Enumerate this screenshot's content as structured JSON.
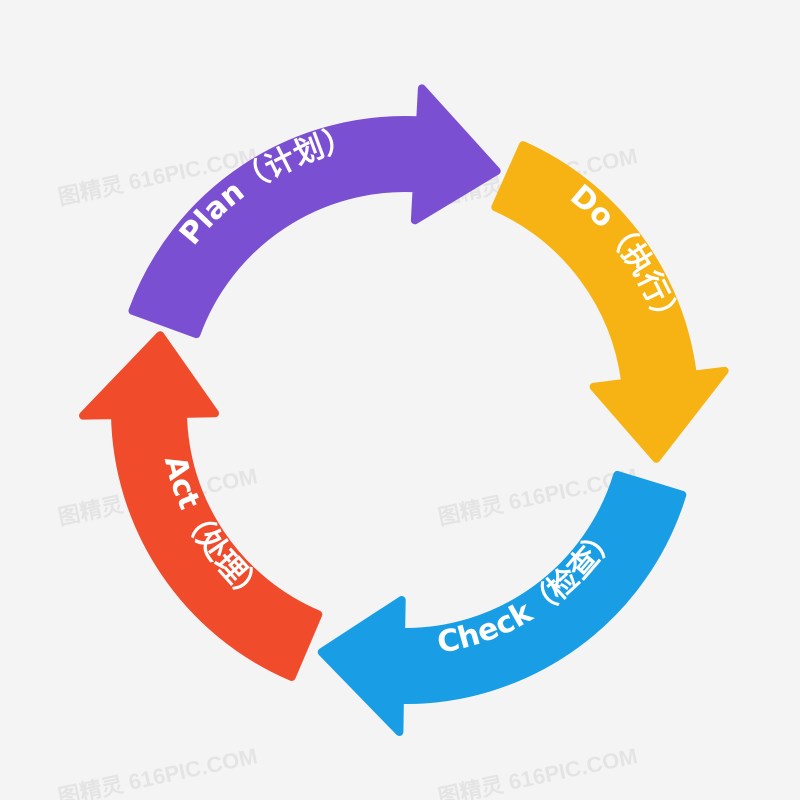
{
  "diagram": {
    "title": "PDCA cycle",
    "steps": [
      {
        "label": "Plan（计划）",
        "color": "#7a4fd2"
      },
      {
        "label": "Do（执行）",
        "color": "#f6b313"
      },
      {
        "label": "Check（检查）",
        "color": "#199ee6"
      },
      {
        "label": "Act（处理）",
        "color": "#f04b2b"
      }
    ]
  },
  "watermark": "图精灵 616PIC.COM"
}
